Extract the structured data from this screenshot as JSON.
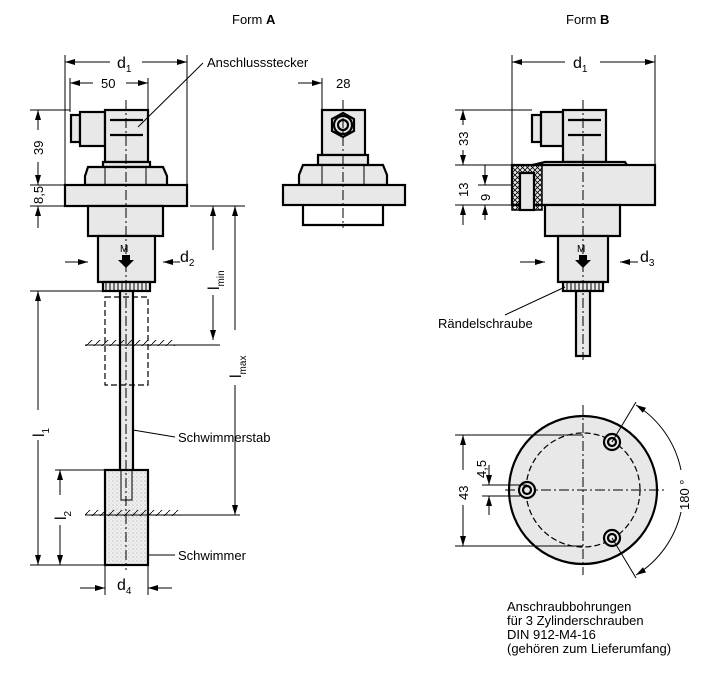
{
  "form_a": {
    "label": "Form",
    "letter": "A"
  },
  "form_b": {
    "label": "Form",
    "letter": "B"
  },
  "labels": {
    "connector": "Anschlussstecker",
    "rod": "Schwimmerstab",
    "float": "Schwimmer",
    "knurled_screw": "Rändelschraube"
  },
  "dimensions": {
    "d": "d",
    "l": "l",
    "d1_sub": "1",
    "d2_sub": "2",
    "d3_sub": "3",
    "d4_sub": "4",
    "l1_sub": "1",
    "l2_sub": "2",
    "lmin_sub": "min",
    "lmax_sub": "max",
    "w50": "50",
    "w28": "28",
    "h39": "39",
    "h8_5": "8,5",
    "h33": "33",
    "h13": "13",
    "h9": "9",
    "h43": "43",
    "h4_5": "4,5",
    "angle": "180 °",
    "m_mark": "M"
  },
  "note": [
    "Anschraubbohrungen",
    "für 3 Zylinderschrauben",
    "DIN 912-M4-16",
    "(gehören zum Lieferumfang)"
  ]
}
